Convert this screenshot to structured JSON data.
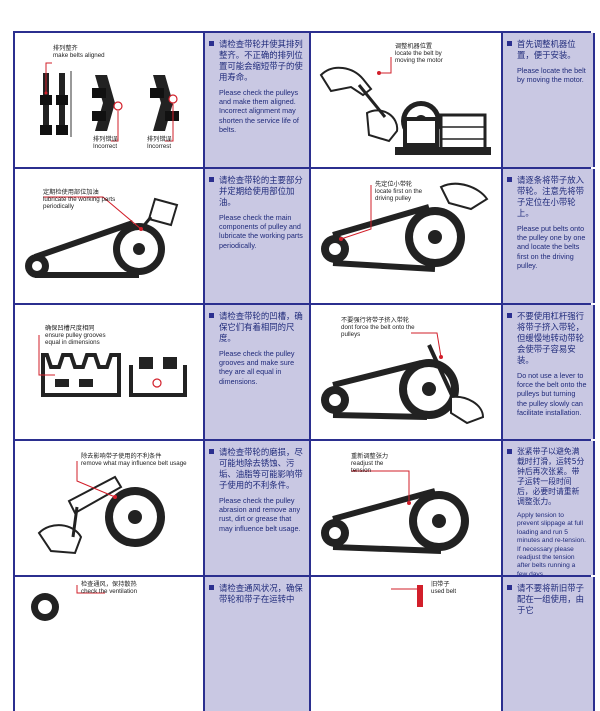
{
  "rows": [
    {
      "left": {
        "labels": [
          {
            "cn": "排列整齐",
            "en": "make belts aligned"
          },
          {
            "cn": "排列错误",
            "en": "Incorrect"
          },
          {
            "cn": "排列错误",
            "en": "Incorrest"
          }
        ],
        "cn": "请检查带轮并使其排列整齐。不正确的排列位置可能会缩短带子的使用寿命。",
        "en": "Please check the pulleys and make them aligned. Incorrect alignment may shorten the service life of belts."
      },
      "right": {
        "labels": [
          {
            "cn": "调整机器位置",
            "en": "locate the belt by moving the motor"
          }
        ],
        "cn": "首先调整机器位置，便于安装。",
        "en": "Please locate the belt by moving the motor."
      }
    },
    {
      "left": {
        "labels": [
          {
            "cn": "定期检使用部位加油",
            "en": "lubricate the working parts periodically"
          }
        ],
        "cn": "请检查带轮的主要部分并定期给使用部位加油。",
        "en": "Please check the main components of pulley and lubricate the working parts periodically."
      },
      "right": {
        "labels": [
          {
            "cn": "先定位小带轮",
            "en": "locate first on the driving pulley"
          }
        ],
        "cn": "请逐条将带子放入带轮。注意先将带子定位在小带轮上。",
        "en": "Please put belts onto the pulley one by one and locate the belts first on the driving pulley."
      }
    },
    {
      "left": {
        "labels": [
          {
            "cn": "确保凹槽尺度相同",
            "en": "ensure pulley grooves equal in dimensions"
          }
        ],
        "cn": "请检查带轮的凹槽，确保它们有着相同的尺度。",
        "en": "Please check the pulley grooves and make sure they are all equal in dimensions."
      },
      "right": {
        "labels": [
          {
            "cn": "不要强行将带子挤入带轮",
            "en": "dont force the belt onto the pulleys"
          }
        ],
        "cn": "不要使用杠杆强行将带子挤入带轮，但缓慢地转动带轮会使带子容易安装。",
        "en": "Do not use a lever to force the belt onto the pulleys but turning the pulley slowly can facilitate installation."
      }
    },
    {
      "left": {
        "labels": [
          {
            "cn": "除去影响带子使用的不利条件",
            "en": "remove what may influence belt usage"
          }
        ],
        "cn": "请检查带轮的磨损，尽可能地除去锈蚀、污垢、油脂等可能影响带子使用的不利条件。",
        "en": "Please check the pulley abrasion and remove any rust, dirt or grease that may influence belt usage."
      },
      "right": {
        "labels": [
          {
            "cn": "重新调整张力",
            "en": "readjust the tension"
          }
        ],
        "cn": "张紧带子以避免满载时打滑，运转5分钟后再次张紧。带子运转一段时间后，必要时请重新调整张力。",
        "en": "Apply tension to prevent slippage at full loading and run 5 minutes and re-tension. If necessary please readjust the tension after belts running a few days."
      }
    },
    {
      "left": {
        "labels": [
          {
            "cn": "检查通风，保持散热",
            "en": "check the ventilation"
          }
        ],
        "cn": "请检查通风状况，确保带轮和带子在运转中",
        "en": ""
      },
      "right": {
        "labels": [
          {
            "cn": "旧带子",
            "en": "used belt"
          }
        ],
        "cn": "请不要将新旧带子配在一组使用，由于它",
        "en": ""
      }
    }
  ]
}
